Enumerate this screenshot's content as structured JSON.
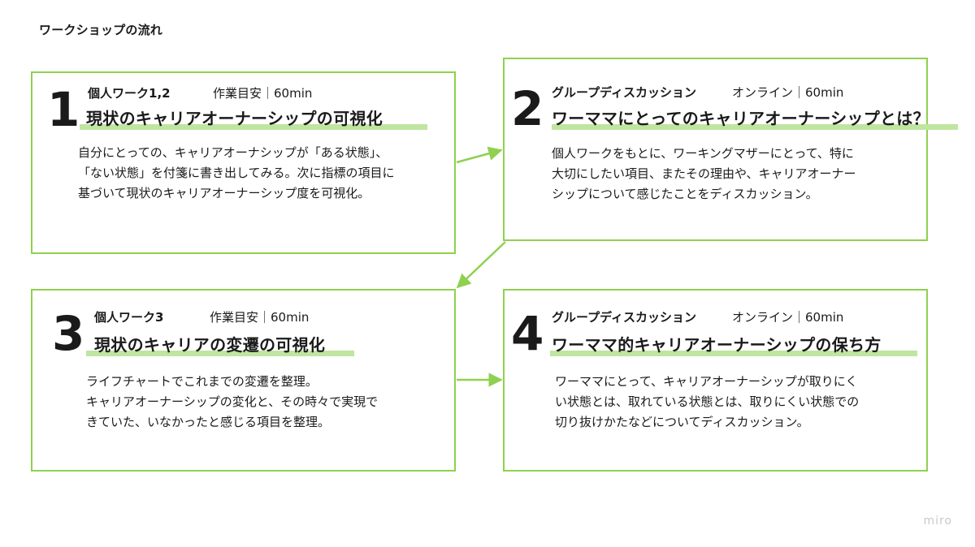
{
  "title": "ワークショップの流れ",
  "steps": [
    {
      "number": "1",
      "kind": "個人ワーク1,2",
      "meta": "作業目安｜60min",
      "heading": "現状のキャリアオーナーシップの可視化",
      "description": "自分にとっての、キャリアオーナシップが「ある状態」、\n「ない状態」を付箋に書き出してみる。次に指標の項目に\n基づいて現状のキャリアオーナーシップ度を可視化。"
    },
    {
      "number": "2",
      "kind": "グループディスカッション",
      "meta": "オンライン｜60min",
      "heading": "ワーママにとってのキャリアオーナーシップとは？",
      "description": "個人ワークをもとに、ワーキングマザーにとって、特に\n大切にしたい項目、またその理由や、キャリアオーナー\nシップについて感じたことをディスカッション。"
    },
    {
      "number": "3",
      "kind": "個人ワーク3",
      "meta": "作業目安｜60min",
      "heading": "現状のキャリアの変遷の可視化",
      "description": "ライフチャートでこれまでの変遷を整理。\nキャリアオーナーシップの変化と、その時々で実現で\nきていた、いなかったと感じる項目を整理。"
    },
    {
      "number": "4",
      "kind": "グループディスカッション",
      "meta": "オンライン｜60min",
      "heading": "ワーママ的キャリアオーナーシップの保ち方",
      "description": "ワーママにとって、キャリアオーナーシップが取りにく\nい状態とは、取れている状態とは、取りにくい状態での\n切り抜けかたなどについてディスカッション。"
    }
  ],
  "colors": {
    "accent": "#8fd14f",
    "highlight": "#bfe5a0"
  },
  "watermark": "miro"
}
